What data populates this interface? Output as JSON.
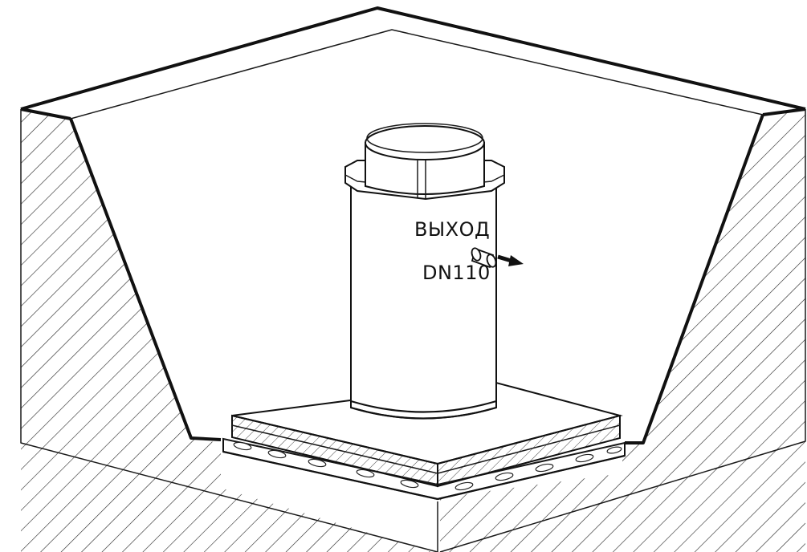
{
  "labels": {
    "outlet": "ВЫХОД",
    "pipe_diameter": "DN110"
  },
  "colors": {
    "line": "#111111",
    "background": "#ffffff",
    "hatch": "#222222"
  },
  "parts": [
    "pit-walls",
    "concrete-slab",
    "gravel-layer",
    "septic-tank",
    "outlet-pipe",
    "flow-arrow"
  ]
}
